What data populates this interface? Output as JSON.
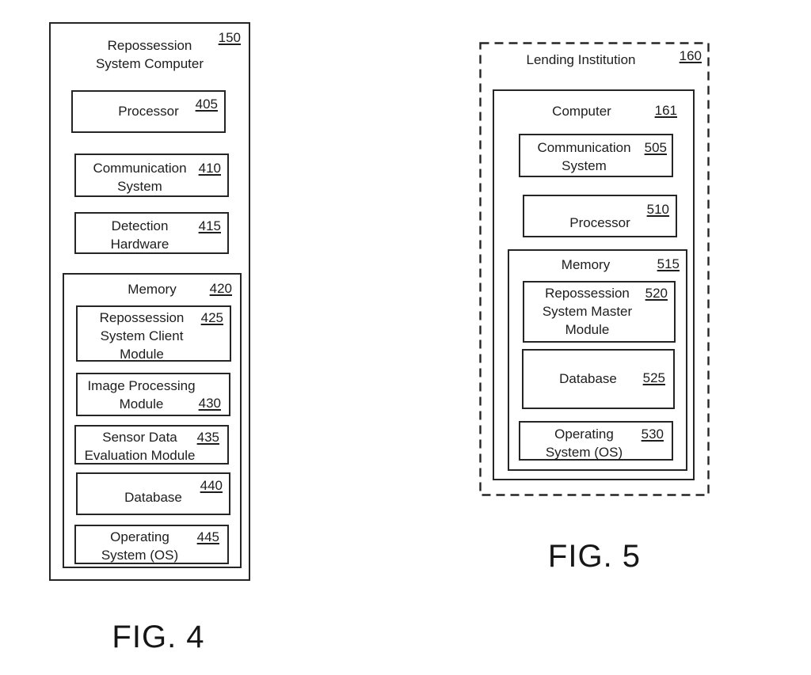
{
  "colors": {
    "line": "#252525",
    "text": "#1d1d1d",
    "background": "#ffffff"
  },
  "fig4": {
    "caption": "FIG. 4",
    "title": "Repossession\nSystem Computer",
    "title_ref": "150",
    "boxes": {
      "processor": {
        "label": "Processor",
        "ref": "405"
      },
      "comm": {
        "label": "Communication\nSystem",
        "ref": "410"
      },
      "detection": {
        "label": "Detection\nHardware",
        "ref": "415"
      },
      "memory": {
        "label": "Memory",
        "ref": "420"
      },
      "client_module": {
        "label": "Repossession\nSystem Client\nModule",
        "ref": "425"
      },
      "image_processing": {
        "label": "Image Processing\nModule",
        "ref": "430"
      },
      "sensor_eval": {
        "label": "Sensor Data\nEvaluation Module",
        "ref": "435"
      },
      "database": {
        "label": "Database",
        "ref": "440"
      },
      "os": {
        "label": "Operating\nSystem (OS)",
        "ref": "445"
      }
    }
  },
  "fig5": {
    "caption": "FIG. 5",
    "title": "Lending Institution",
    "title_ref": "160",
    "boxes": {
      "computer": {
        "label": "Computer",
        "ref": "161"
      },
      "comm": {
        "label": "Communication\nSystem",
        "ref": "505"
      },
      "processor": {
        "label": "Processor",
        "ref": "510"
      },
      "memory": {
        "label": "Memory",
        "ref": "515"
      },
      "master_module": {
        "label": "Repossession\nSystem Master\nModule",
        "ref": "520"
      },
      "database": {
        "label": "Database",
        "ref": "525"
      },
      "os": {
        "label": "Operating\nSystem (OS)",
        "ref": "530"
      }
    }
  }
}
